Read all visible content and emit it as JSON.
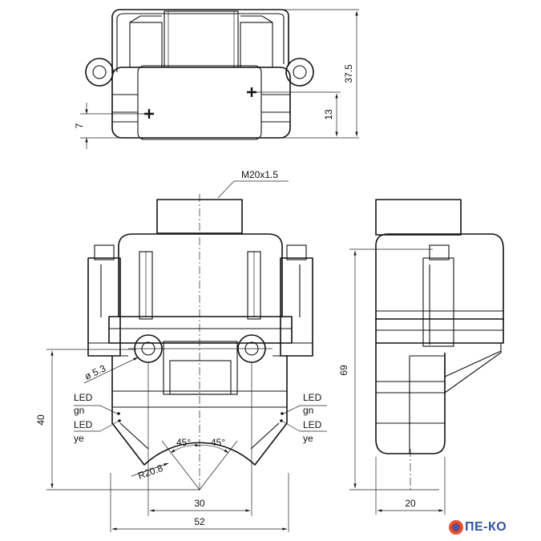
{
  "dimensions": {
    "top_height": "37.5",
    "top_mid": "13",
    "top_low": "7",
    "thread": "M20x1.5",
    "hole_dia": "ø 5.3",
    "radius": "R20.8",
    "angle_left": "45°",
    "angle_right": "45°",
    "height_40": "40",
    "width_30": "30",
    "width_52": "52",
    "height_69": "69",
    "width_20": "20"
  },
  "labels": {
    "led_left_1": "LED",
    "gn_left": "gn",
    "led_left_2": "LED",
    "ye_left": "ye",
    "led_right_1": "LED",
    "gn_right": "gn",
    "led_right_2": "LED",
    "ye_right": "ye"
  },
  "logo": {
    "text": "ПЕ-КО"
  }
}
